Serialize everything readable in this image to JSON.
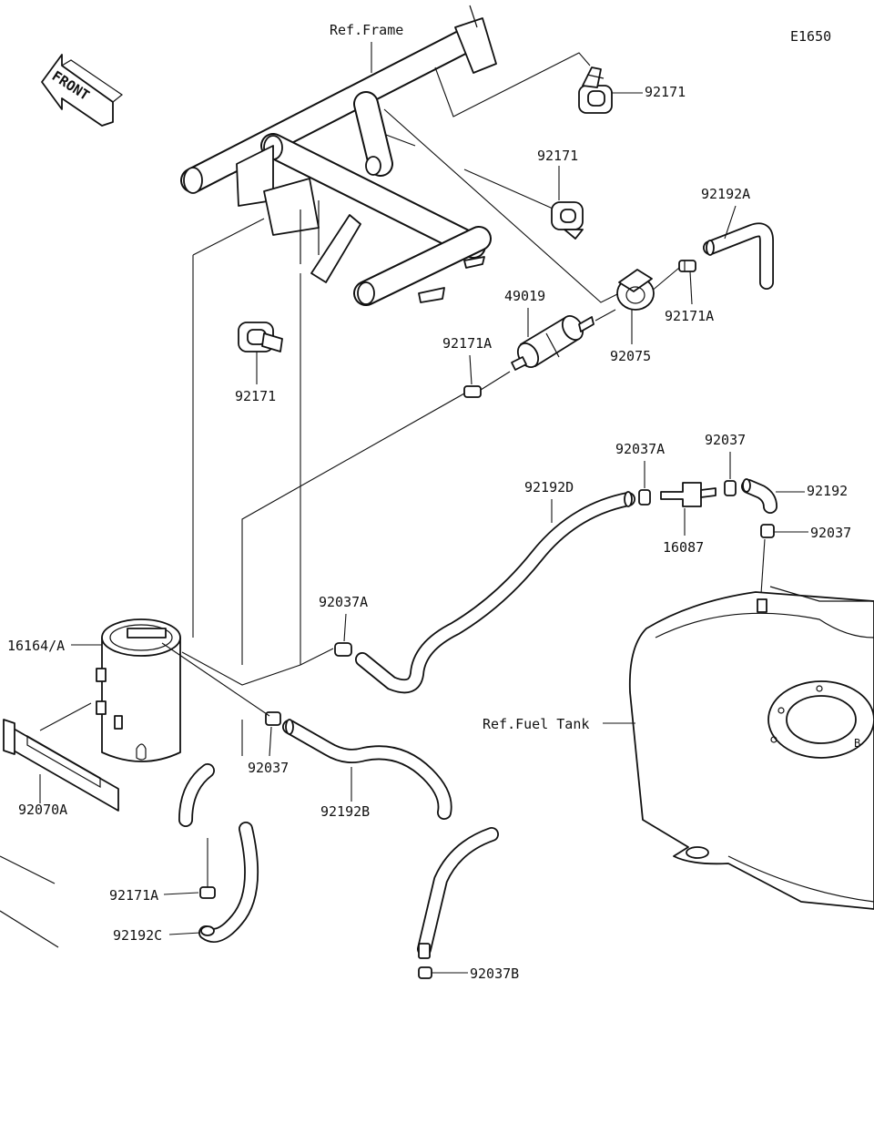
{
  "diagram": {
    "code": "E1650",
    "front_label": "FRONT",
    "refs": {
      "frame": "Ref.Frame",
      "fuel_tank": "Ref.Fuel Tank"
    },
    "tank_marker": "B",
    "parts": {
      "clamp_92171_top": "92171",
      "clamp_92171_mid": "92171",
      "clamp_92171_left": "92171",
      "hose_92192A": "92192A",
      "clip_92171A_right": "92171A",
      "fuel_filter_49019": "49019",
      "clip_92171A_filter": "92171A",
      "holder_92075": "92075",
      "clip_92037A_valve": "92037A",
      "clip_92037_valve": "92037",
      "hose_92192D": "92192D",
      "hose_92192": "92192",
      "clip_92037_tank": "92037",
      "valve_16087": "16087",
      "clip_92037A_lower": "92037A",
      "canister_16164": "16164/A",
      "clip_92037_canister": "92037",
      "bracket_92070": "92070A",
      "hose_92192B": "92192B",
      "clip_92171A_lower": "92171A",
      "hose_92192C": "92192C",
      "clip_92037B": "92037B"
    }
  }
}
